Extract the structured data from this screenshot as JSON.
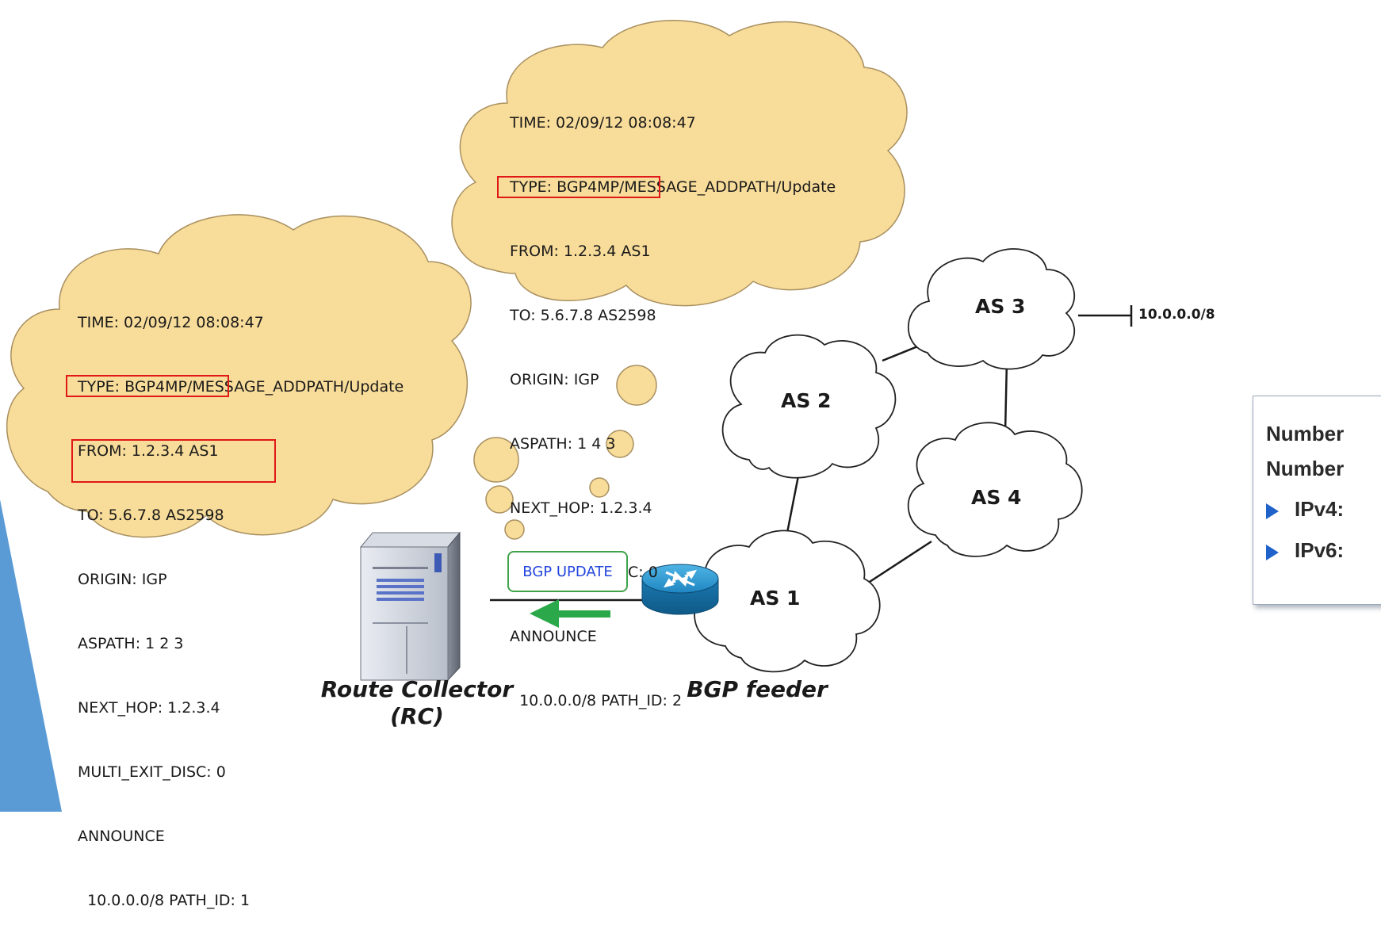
{
  "message_2": {
    "lines": [
      "TIME: 02/09/12 08:08:47",
      "TYPE: BGP4MP/MESSAGE_ADDPATH/Update",
      "FROM: 1.2.3.4 AS1",
      "TO: 5.6.7.8 AS2598",
      "ORIGIN: IGP",
      "ASPATH: 1 4 3",
      "NEXT_HOP: 1.2.3.4",
      "MULTI_EXIT_DISC: 0",
      "ANNOUNCE",
      "  10.0.0.0/8 PATH_ID: 2"
    ]
  },
  "message_1": {
    "lines": [
      "TIME: 02/09/12 08:08:47",
      "TYPE: BGP4MP/MESSAGE_ADDPATH/Update",
      "FROM: 1.2.3.4 AS1",
      "TO: 5.6.7.8 AS2598",
      "ORIGIN: IGP",
      "ASPATH: 1 2 3",
      "NEXT_HOP: 1.2.3.4",
      "MULTI_EXIT_DISC: 0",
      "ANNOUNCE",
      "  10.0.0.0/8 PATH_ID: 1"
    ]
  },
  "network": {
    "as3": "AS 3",
    "as2": "AS 2",
    "as4": "AS 4",
    "as1": "AS 1",
    "prefix": "10.0.0.0/8",
    "bgp_update": "BGP UPDATE"
  },
  "captions": {
    "route_collector_line1": "Route Collector",
    "route_collector_line2": "(RC)",
    "bgp_feeder": "BGP feeder"
  },
  "infobox": {
    "row1": "Number",
    "row2": "Number",
    "row3": "IPv4:",
    "row4": "IPv6:"
  },
  "colors": {
    "thought_cloud": "#f8dc9a",
    "highlight": "#e01818",
    "accent_blue": "#5b9bd5",
    "update_border": "#3fa34a",
    "update_text": "#2244dd",
    "arrow": "#2aa84a",
    "bullet": "#1f62c9"
  }
}
